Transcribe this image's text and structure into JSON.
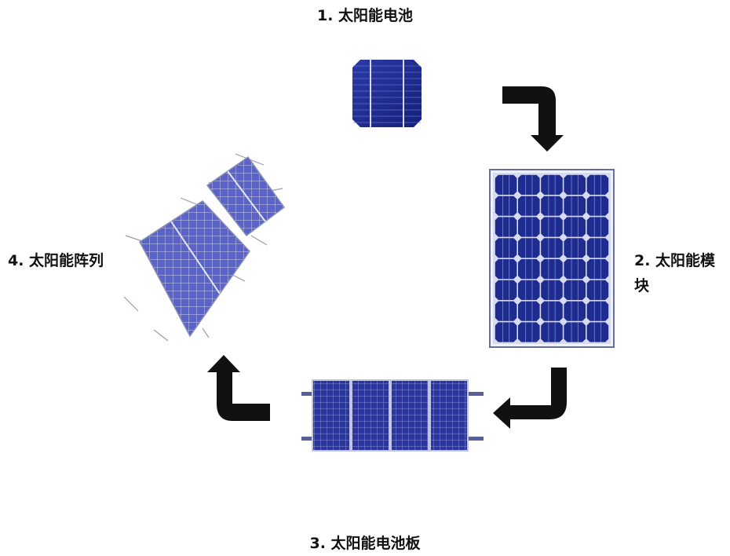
{
  "stages": {
    "cell": "1. 太阳能电池",
    "module": "2. 太阳能模块",
    "panel": "3. 太阳能电池板",
    "array": "4. 太阳能阵列"
  },
  "colors": {
    "cell_blue": "#1f2c8f",
    "cell_dark": "#0f1660",
    "frame": "#8a8fb6",
    "array_cell": "#5a63c8",
    "arrow": "#111111"
  },
  "icons": {
    "cell": "solar-cell-icon",
    "module": "solar-module-icon",
    "panel": "solar-panel-icon",
    "array": "solar-array-icon",
    "arrow": "cycle-arrow-icon"
  }
}
